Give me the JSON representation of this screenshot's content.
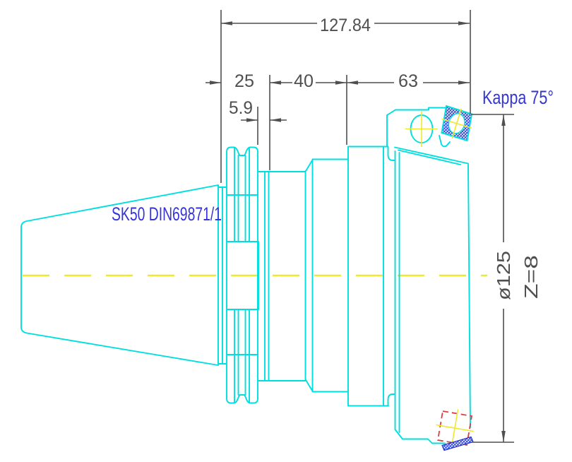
{
  "drawing": {
    "part_label": "SK50 DIN69871/1",
    "kappa_label": "Kappa 75°",
    "dims": {
      "overall": "127.84",
      "seg_25": "25",
      "seg_40": "40",
      "seg_63": "63",
      "land": "5.9",
      "diameter": "ø125",
      "teeth": "Z=8"
    },
    "colors": {
      "geometry": "#00dfdf",
      "centerline": "#efe92e",
      "labels": "#3535d6",
      "dimensions": "#4f4f4f",
      "insert_fill": "#1f35cf",
      "hidden_edge": "#e03c3c",
      "background": "#ffffff"
    }
  }
}
